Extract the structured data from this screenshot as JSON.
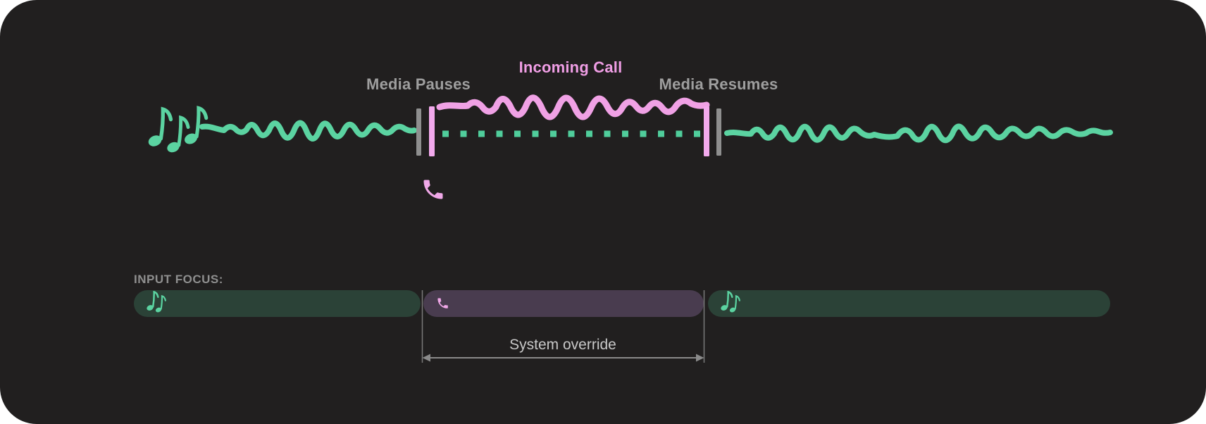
{
  "diagram": {
    "title_labels": {
      "media_pauses": "Media Pauses",
      "incoming_call": "Incoming Call",
      "media_resumes": "Media Resumes"
    },
    "icons": {
      "media": "music-notes-icon",
      "call": "phone-icon"
    },
    "colors": {
      "card_bg": "#211F1F",
      "media_wave_green": "#5BD3A1",
      "paused_dots_green": "#50CD9B",
      "call_wave_pink": "#F0A1E5",
      "marker_gray": "#8F8F8F",
      "marker_pink": "#F2A9EC",
      "phone_icon_pink": "#F0A8E8",
      "label_gray": "#9E9E9E",
      "incoming_call_pink": "#F09EE5",
      "focus_media_bg": "#2B4237",
      "focus_call_bg": "#493C4F",
      "annotation_text_gray": "#C8C8C8",
      "guide_line_gray": "#7A7A7A"
    }
  },
  "input_focus": {
    "heading": "INPUT FOCUS:",
    "segments": [
      {
        "type": "media",
        "icon": "music-notes-icon"
      },
      {
        "type": "call",
        "icon": "phone-icon"
      },
      {
        "type": "media",
        "icon": "music-notes-icon"
      }
    ],
    "system_override_label": "System override"
  }
}
